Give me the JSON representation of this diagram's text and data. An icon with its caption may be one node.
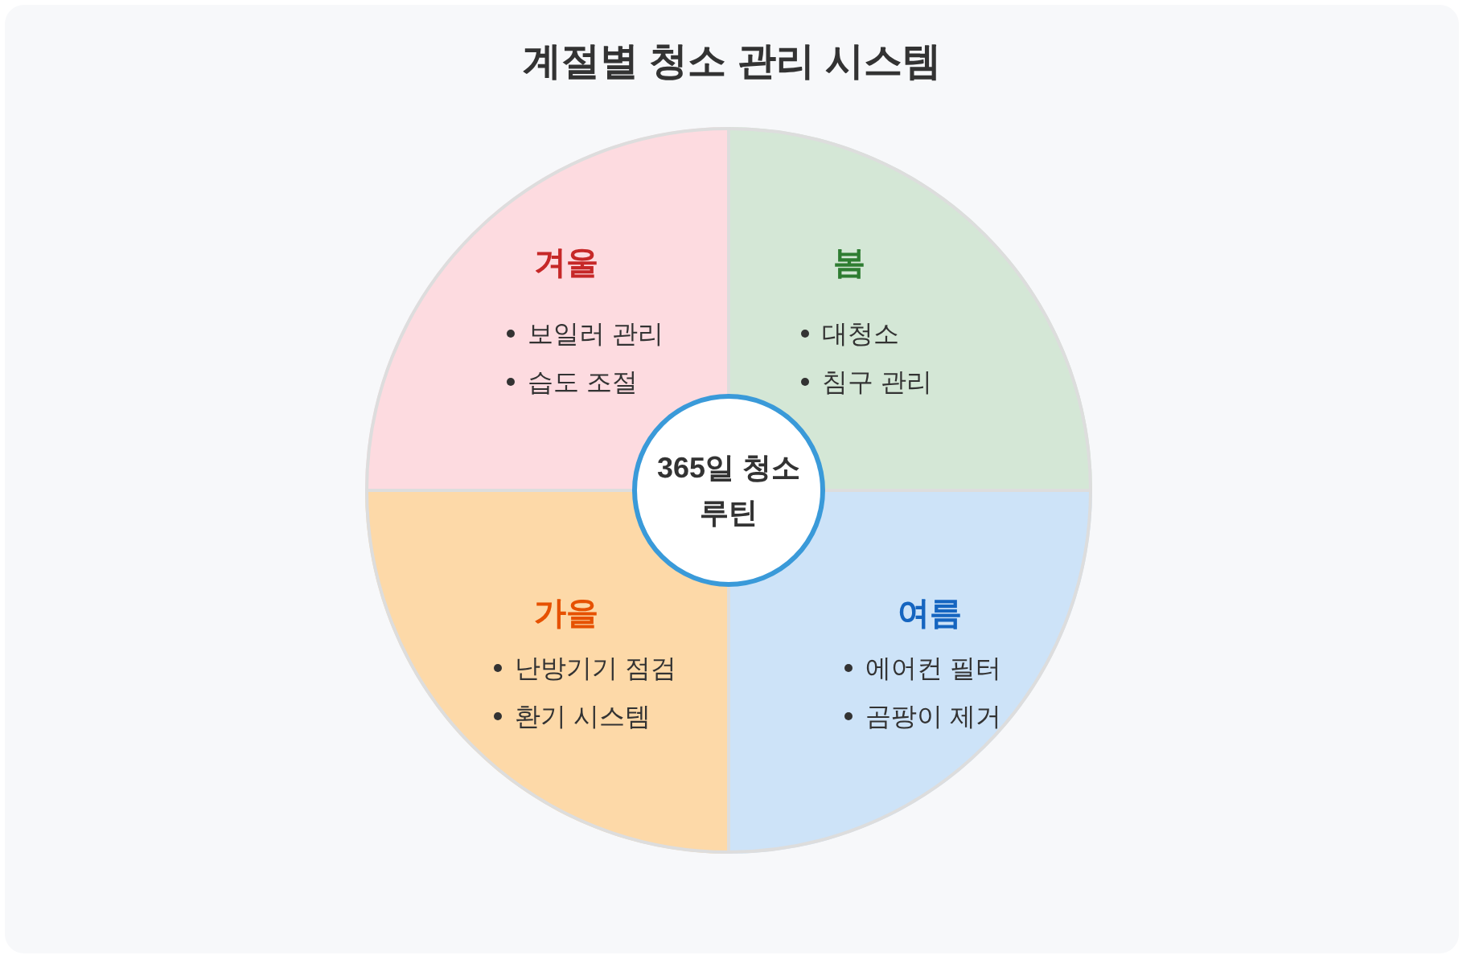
{
  "diagram": {
    "title": "계절별 청소 관리 시스템",
    "nodes": [
      {
        "text": [
          "겨울",
          "보일러 관리",
          "습도 조절"
        ]
      },
      {
        "text": [
          "봄",
          "대청소",
          "침구 관리"
        ]
      },
      {
        "text": [
          "가을",
          "난방기기 점검",
          "환기 시스템"
        ]
      },
      {
        "text": [
          "여름",
          "에어컨 필터",
          "곰팡이 제거"
        ]
      },
      {
        "text": [
          "365일 청소 루틴"
        ]
      }
    ]
  }
}
